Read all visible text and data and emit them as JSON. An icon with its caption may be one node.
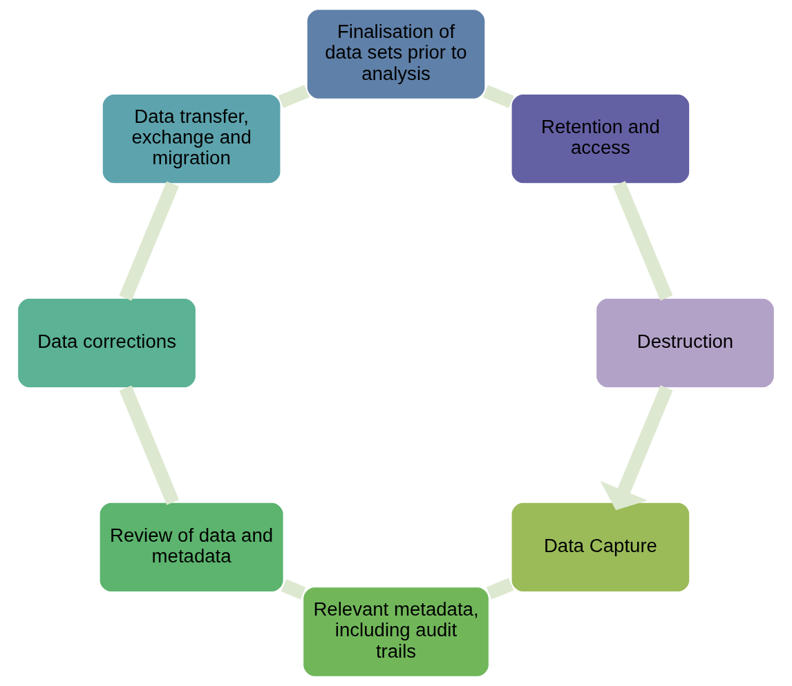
{
  "diagram": {
    "nodes": [
      {
        "text": [
          "Data Capture"
        ]
      },
      {
        "text": [
          "Relevant metadata, including audit trails"
        ]
      },
      {
        "text": [
          "Review of data and metadata"
        ]
      },
      {
        "text": [
          "Data corrections"
        ]
      },
      {
        "text": [
          "Data transfer, exchange and migration"
        ]
      },
      {
        "text": [
          "Finalisation of data sets prior to analysis"
        ]
      },
      {
        "text": [
          "Retention and access"
        ]
      },
      {
        "text": [
          "Destruction"
        ]
      }
    ],
    "edges": [
      {
        "from": 0,
        "to": 1,
        "arrow": "none"
      },
      {
        "from": 1,
        "to": 2,
        "arrow": "none"
      },
      {
        "from": 2,
        "to": 3,
        "arrow": "none"
      },
      {
        "from": 3,
        "to": 4,
        "arrow": "none"
      },
      {
        "from": 4,
        "to": 5,
        "arrow": "none"
      },
      {
        "from": 5,
        "to": 6,
        "arrow": "none"
      },
      {
        "from": 6,
        "to": 7,
        "arrow": "none"
      },
      {
        "from": 7,
        "to": 0,
        "arrow": "to"
      }
    ]
  }
}
